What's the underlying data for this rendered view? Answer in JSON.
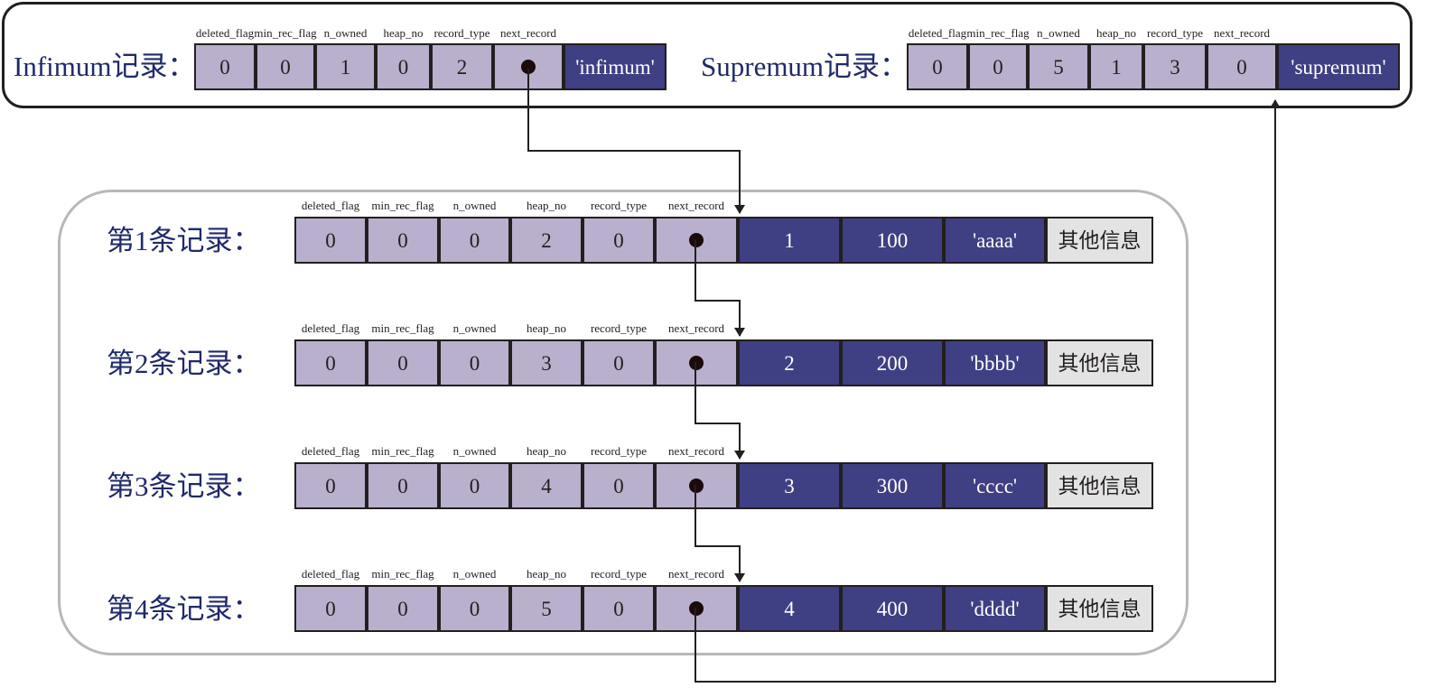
{
  "column_headers": [
    "deleted_flag",
    "min_rec_flag",
    "n_owned",
    "heap_no",
    "record_type",
    "next_record"
  ],
  "other_info_label": "其他信息",
  "infimum": {
    "title": "Infimum记录：",
    "values": [
      "0",
      "0",
      "1",
      "0",
      "2"
    ],
    "data": "'infimum'"
  },
  "supremum": {
    "title": "Supremum记录：",
    "values": [
      "0",
      "0",
      "5",
      "1",
      "3",
      "0"
    ],
    "data": "'supremum'"
  },
  "records": [
    {
      "title": "第1条记录：",
      "values": [
        "0",
        "0",
        "0",
        "2",
        "0"
      ],
      "data": [
        "1",
        "100",
        "'aaaa'"
      ]
    },
    {
      "title": "第2条记录：",
      "values": [
        "0",
        "0",
        "0",
        "3",
        "0"
      ],
      "data": [
        "2",
        "200",
        "'bbbb'"
      ]
    },
    {
      "title": "第3条记录：",
      "values": [
        "0",
        "0",
        "0",
        "4",
        "0"
      ],
      "data": [
        "3",
        "300",
        "'cccc'"
      ]
    },
    {
      "title": "第4条记录：",
      "values": [
        "0",
        "0",
        "0",
        "5",
        "0"
      ],
      "data": [
        "4",
        "400",
        "'dddd'"
      ]
    }
  ],
  "colors": {
    "header_cell": "#b8b0cc",
    "data_cell": "#3f3f83",
    "other_cell": "#e3e3e3",
    "title_text": "#1f2a6b",
    "line": "#231f20"
  }
}
